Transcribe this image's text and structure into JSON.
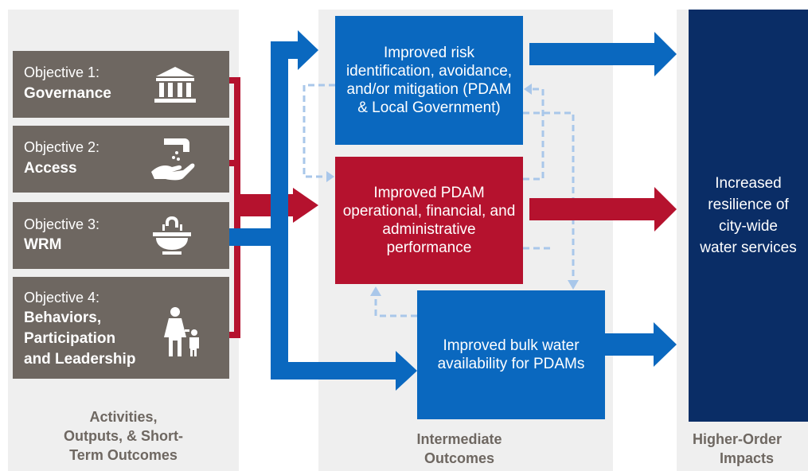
{
  "objectives": [
    {
      "label": "Objective 1:",
      "title": "Governance",
      "icon": "government-building-icon"
    },
    {
      "label": "Objective 2:",
      "title": "Access",
      "icon": "faucet-hand-icon"
    },
    {
      "label": "Objective 3:",
      "title": "WRM",
      "icon": "sink-icon"
    },
    {
      "label": "Objective 4:",
      "title_lines": [
        "Behaviors,",
        "Participation",
        "and Leadership"
      ],
      "icon": "parent-child-icon"
    }
  ],
  "boxes": {
    "risk": "Improved risk identification, avoidance, and/or mitigation (PDAM & Local Government)",
    "operational": "Improved PDAM operational, financial, and administrative performance",
    "bulk_water": "Improved bulk water availability for PDAMs",
    "impact": "Increased resilience of city-wide water services"
  },
  "columns": {
    "activities": [
      "Activities,",
      "Outputs, & Short-",
      "Term Outcomes"
    ],
    "intermediate": [
      "Intermediate",
      "Outcomes"
    ],
    "higher": [
      "Higher-Order",
      "Impacts"
    ]
  },
  "colors": {
    "blue": "#0a68bf",
    "red": "#b5122e",
    "navy": "#0a2d66",
    "gray_box": "#6e6761",
    "dashed_link": "#a9c7ea",
    "column_bg": "#efefef"
  }
}
